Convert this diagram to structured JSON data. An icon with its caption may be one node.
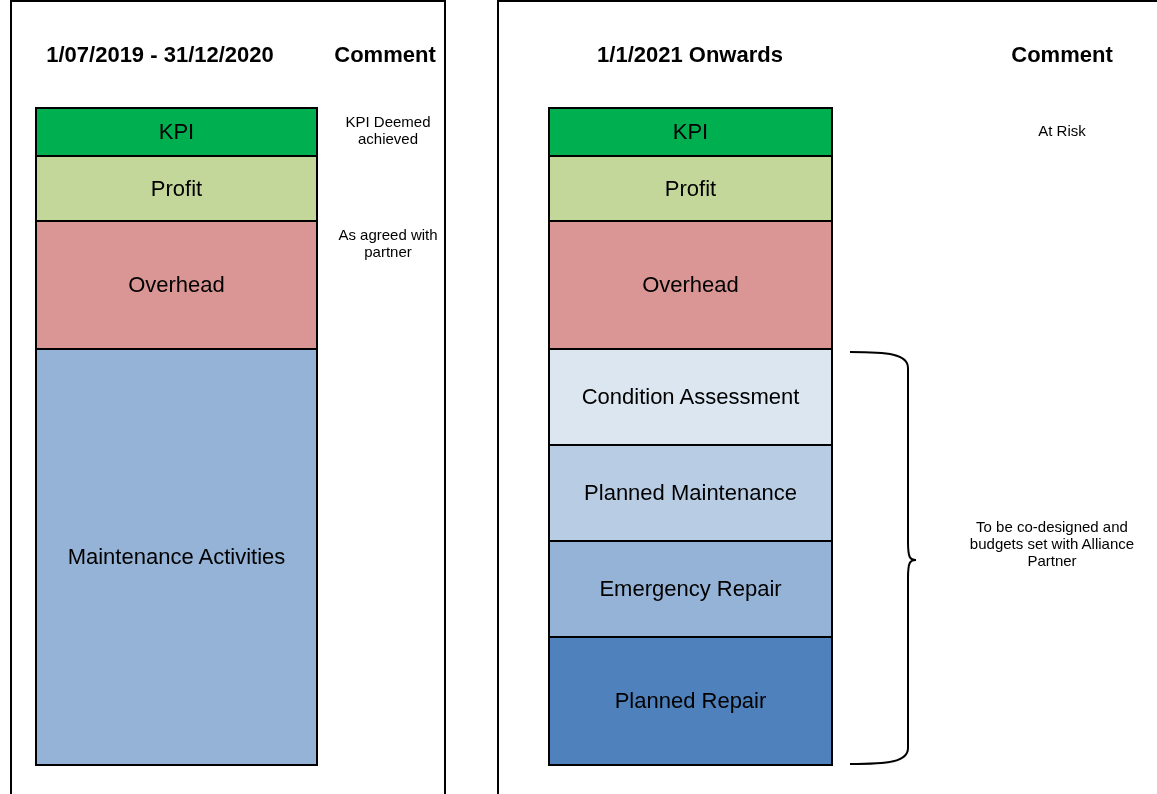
{
  "diagram": {
    "nodes": [
      {
        "text": [
          "1/07/2019 - 31/12/2020",
          "Comment"
        ]
      },
      {
        "text": [
          "KPI"
        ],
        "in": 0,
        "beside": [
          "KPI Deemed achieved"
        ]
      },
      {
        "text": [
          "Profit"
        ],
        "in": 0
      },
      {
        "text": [
          "Overhead"
        ],
        "in": 0,
        "beside": [
          "As agreed with partner"
        ]
      },
      {
        "text": [
          "Maintenance Activities"
        ],
        "in": 0
      },
      {
        "text": [
          "1/1/2021 Onwards",
          "Comment"
        ]
      },
      {
        "text": [
          "KPI"
        ],
        "in": 5
      },
      {
        "text": [
          "Profit"
        ],
        "in": 5
      },
      {
        "text": [
          "Overhead"
        ],
        "in": 5
      },
      {
        "text": [
          "Condition Assessment"
        ],
        "in": 5
      },
      {
        "text": [
          "Planned Maintenance"
        ],
        "in": 5
      },
      {
        "text": [
          "Emergency Repair"
        ],
        "in": 5
      },
      {
        "text": [
          "Planned Repair"
        ],
        "in": 5
      }
    ],
    "edges": [],
    "labels": [
      "At Risk",
      "To be co-designed and budgets set with Alliance Partner"
    ]
  }
}
